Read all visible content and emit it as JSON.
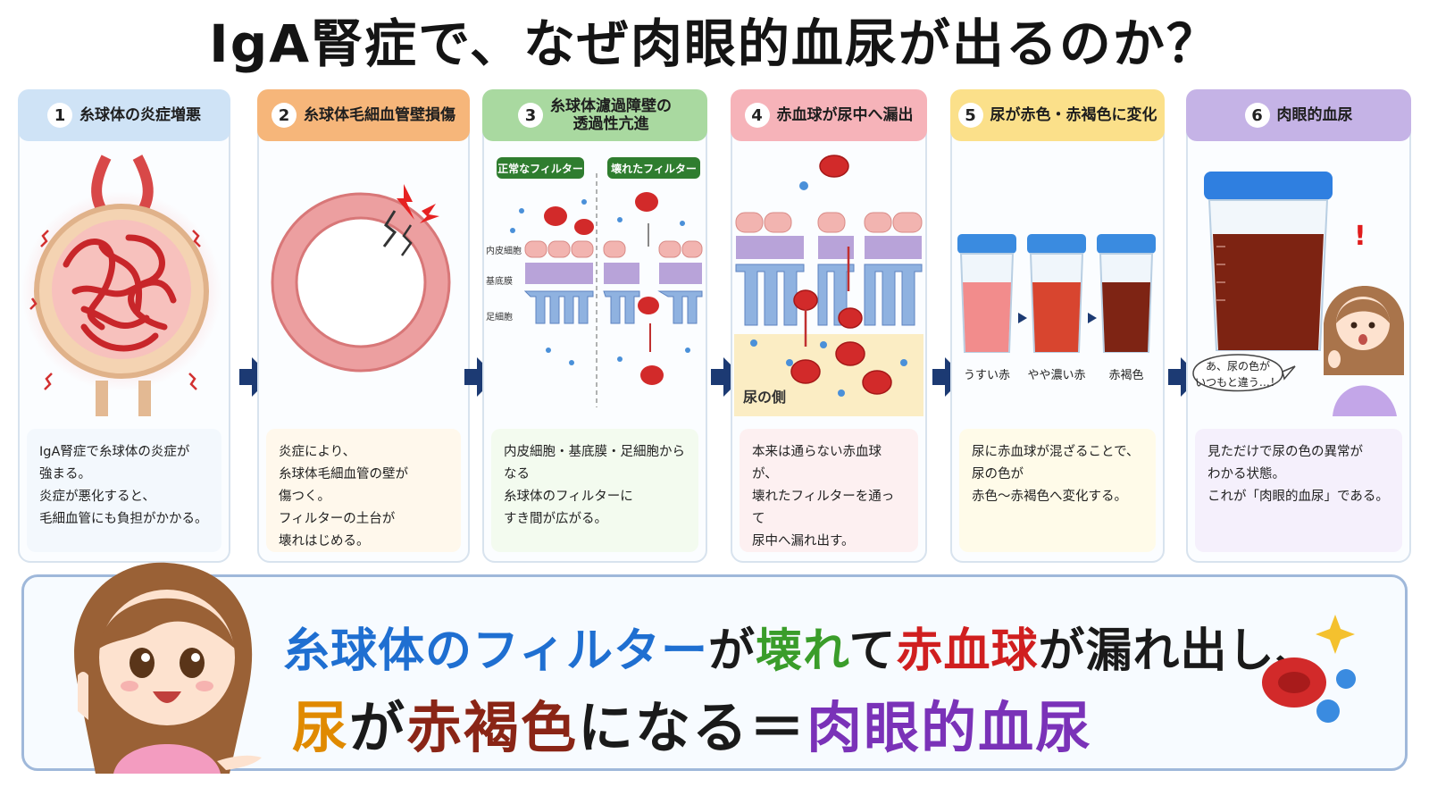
{
  "title": "IgA腎症で、なぜ肉眼的血尿が出るのか？",
  "steps": [
    {
      "num": "1",
      "label": "糸球体の炎症増悪",
      "header_color": "#cfe3f6",
      "panel_color": "#f3f8fd",
      "desc": [
        "IgA腎症で糸球体の炎症が",
        "強まる。",
        "炎症が悪化すると、",
        "毛細血管にも負担がかかる。"
      ]
    },
    {
      "num": "2",
      "label": "糸球体毛細血管壁損傷",
      "header_color": "#f6b67a",
      "panel_color": "#fff8ec",
      "desc": [
        "炎症により、",
        "糸球体毛細血管の壁が",
        "傷つく。",
        "フィルターの土台が",
        "壊れはじめる。"
      ]
    },
    {
      "num": "3",
      "label_line1": "糸球体濾過障壁の",
      "label_line2": "透過性亢進",
      "header_color": "#a9d9a0",
      "panel_color": "#f3fbef",
      "filter_normal": "正常なフィルター",
      "filter_broken": "壊れたフィルター",
      "layers": [
        "内皮細胞",
        "基底膜",
        "足細胞"
      ],
      "desc": [
        "内皮細胞・基底膜・足細胞からなる",
        "糸球体のフィルターに",
        "すき間が広がる。"
      ]
    },
    {
      "num": "4",
      "label": "赤血球が尿中へ漏出",
      "header_color": "#f6b3b9",
      "panel_color": "#fdf0f1",
      "urine_side": "尿の側",
      "desc": [
        "本来は通らない赤血球が、",
        "壊れたフィルターを通って",
        "尿中へ漏れ出す。"
      ]
    },
    {
      "num": "5",
      "label": "尿が赤色・赤褐色に変化",
      "header_color": "#fbe08a",
      "panel_color": "#fffbe9",
      "cups": [
        "うすい赤",
        "やや濃い赤",
        "赤褐色"
      ],
      "desc": [
        "尿に赤血球が混ざることで、",
        "尿の色が",
        "赤色〜赤褐色へ変化する。"
      ]
    },
    {
      "num": "6",
      "label": "肉眼的血尿",
      "header_color": "#c5b3e6",
      "panel_color": "#f5f0fc",
      "speech": [
        "あ、尿の色が",
        "いつもと違う…！"
      ],
      "exclaim": "!",
      "desc": [
        "見ただけで尿の色の異常が",
        "わかる状態。",
        "これが「肉眼的血尿」である。"
      ]
    }
  ],
  "summary": {
    "line1": [
      {
        "text": "糸球体のフィルター",
        "color": "#1f6fd1"
      },
      {
        "text": "が",
        "color": "#1a1a1a"
      },
      {
        "text": "壊れ",
        "color": "#3a9d2a"
      },
      {
        "text": "て",
        "color": "#1a1a1a"
      },
      {
        "text": "赤血球",
        "color": "#d01f1f"
      },
      {
        "text": "が漏れ出し、",
        "color": "#1a1a1a"
      }
    ],
    "line2": [
      {
        "text": "尿",
        "color": "#e08a00"
      },
      {
        "text": "が",
        "color": "#1a1a1a"
      },
      {
        "text": "赤褐色",
        "color": "#8a2516"
      },
      {
        "text": "になる＝",
        "color": "#1a1a1a"
      },
      {
        "text": "肉眼的血尿",
        "color": "#7a32b8"
      }
    ]
  },
  "colors": {
    "arrow": "#1c3a73",
    "rbc": "#d22a2a",
    "nurse_uniform": "#f39cc0"
  }
}
